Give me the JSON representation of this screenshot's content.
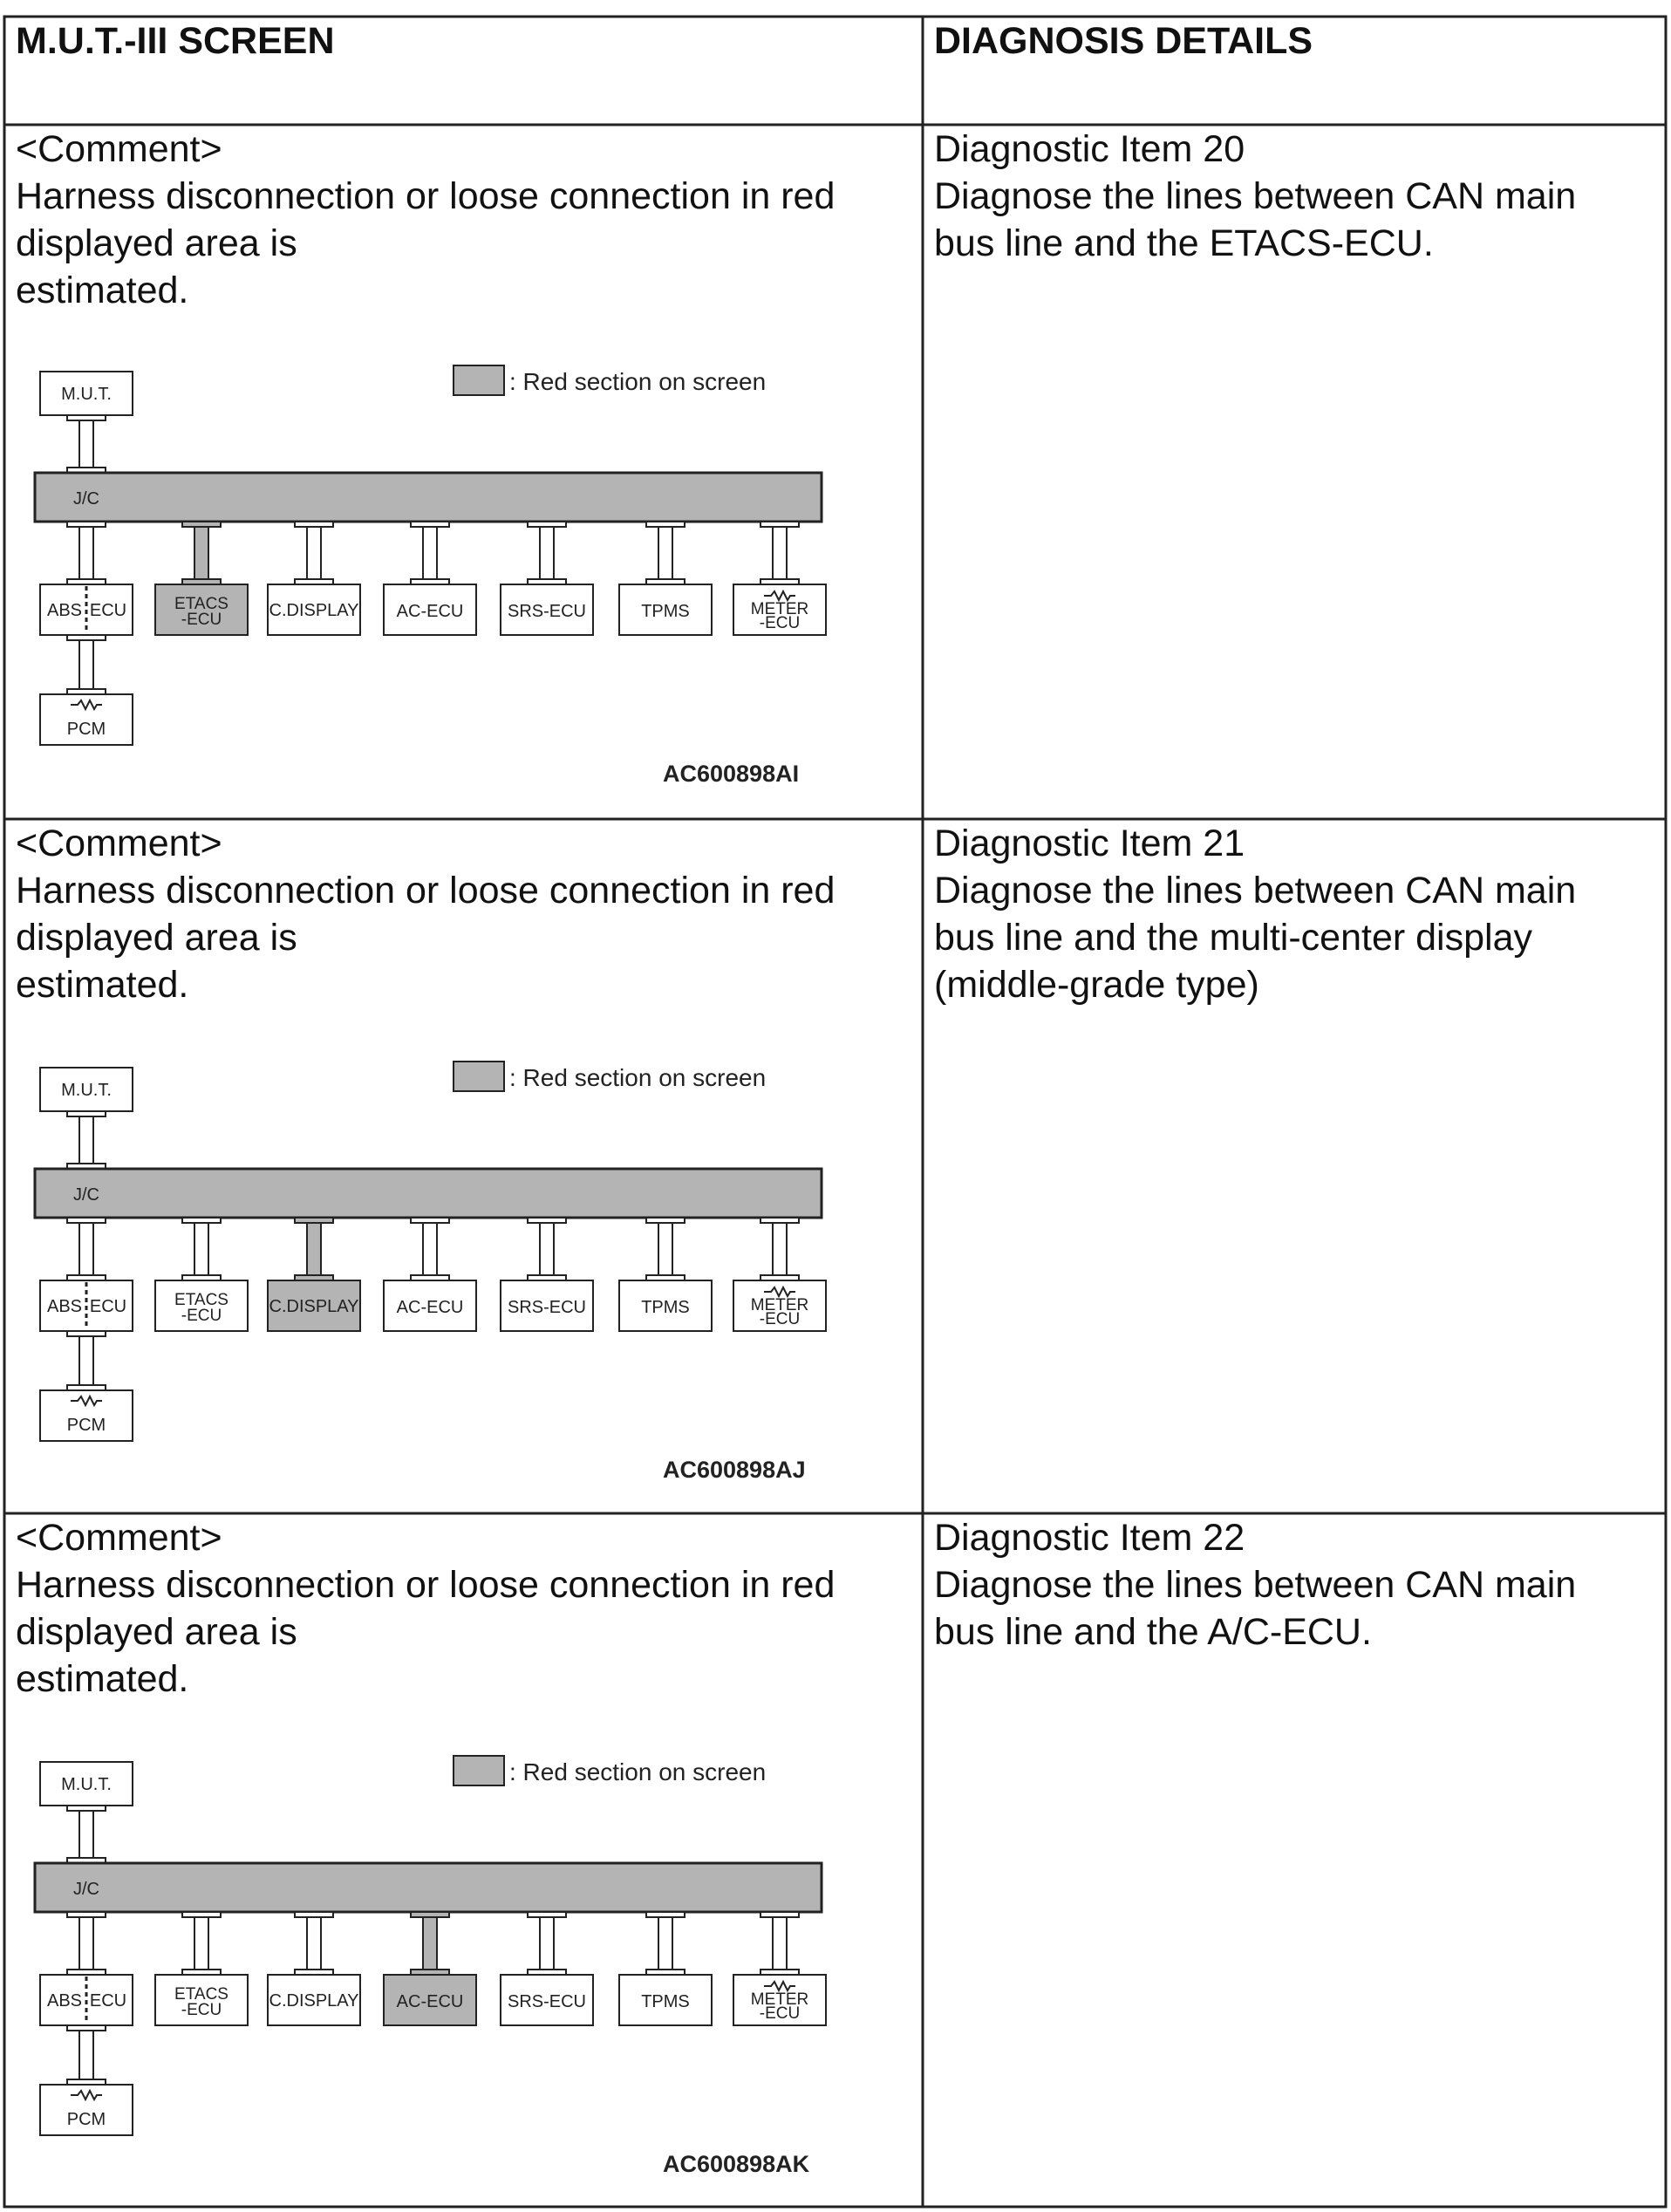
{
  "table": {
    "headers": {
      "screen": "M.U.T.-III SCREEN",
      "details": "DIAGNOSIS DETAILS"
    },
    "rows": [
      {
        "comment": [
          "<Comment>",
          "Harness disconnection or loose connection in red",
          "displayed area is",
          "estimated."
        ],
        "details": [
          "Diagnostic Item 20",
          "Diagnose the lines between CAN main",
          "bus line and the ETACS-ECU."
        ],
        "diagram": {
          "highlighted_node": "ETACS-ECU",
          "figure_id": "AC600898AI"
        }
      },
      {
        "comment": [
          "<Comment>",
          "Harness disconnection or loose connection in red",
          "displayed area is",
          "estimated."
        ],
        "details": [
          "Diagnostic Item 21",
          "Diagnose the lines between CAN main",
          "bus line and the multi-center display",
          "(middle-grade type)"
        ],
        "diagram": {
          "highlighted_node": "C.DISPLAY",
          "figure_id": "AC600898AJ"
        }
      },
      {
        "comment": [
          "<Comment>",
          "Harness disconnection or loose connection in red",
          "displayed area is",
          "estimated."
        ],
        "details": [
          "Diagnostic Item 22",
          "Diagnose the lines between CAN main",
          "bus line and the A/C-ECU."
        ],
        "diagram": {
          "highlighted_node": "AC-ECU",
          "figure_id": "AC600898AK"
        }
      }
    ]
  },
  "diagram_labels": {
    "legend": ": Red section on screen",
    "mut": "M.U.T.",
    "jc": "J/C",
    "abs": "ABS",
    "abs_ecu": "ECU",
    "etacs": [
      "ETACS",
      "-ECU"
    ],
    "cdisplay": "C.DISPLAY",
    "acecu": "AC-ECU",
    "srsecu": "SRS-ECU",
    "tpms": "TPMS",
    "meter": [
      "METER",
      "-ECU"
    ],
    "pcm": "PCM"
  },
  "colors": {
    "red_section_fill": "#b4b4b4",
    "border": "#222222",
    "box_fill": "#ffffff"
  }
}
